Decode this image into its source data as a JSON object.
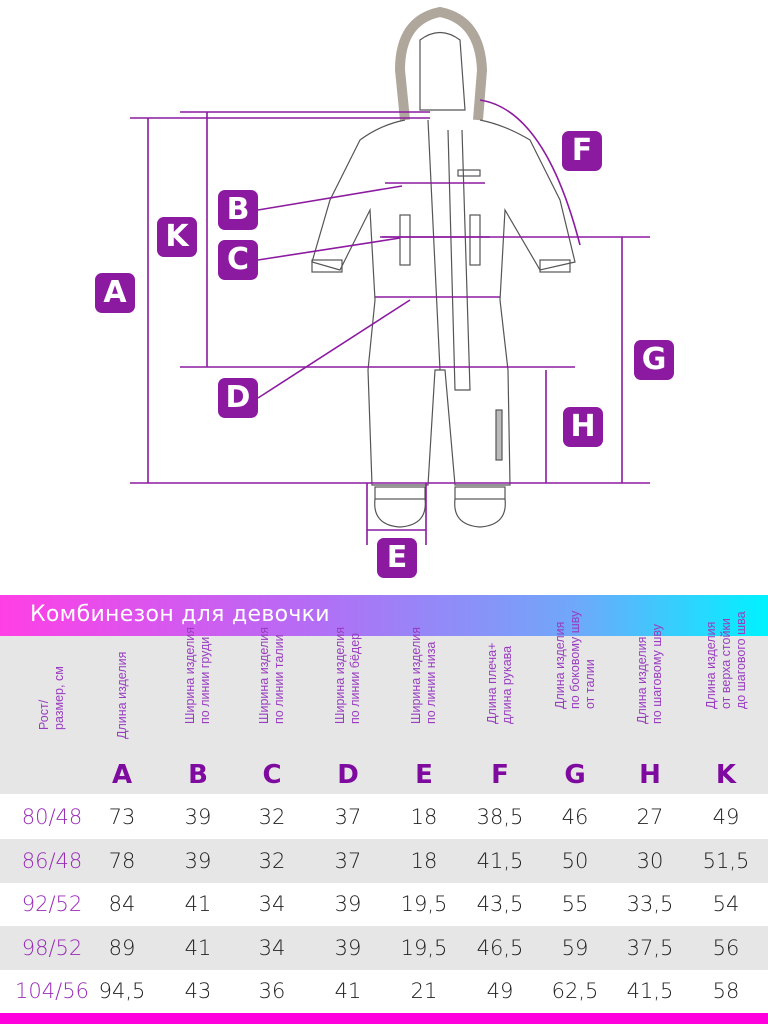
{
  "diagram": {
    "labels": [
      "A",
      "K",
      "B",
      "C",
      "D",
      "F",
      "G",
      "H",
      "E"
    ]
  },
  "title": "Комбинезон для девочки",
  "headers": [
    {
      "text": [
        "Рост/",
        "размер, см"
      ],
      "letter": ""
    },
    {
      "text": [
        "Длина изделия"
      ],
      "letter": "A"
    },
    {
      "text": [
        "Ширина изделия",
        "по линии груди"
      ],
      "letter": "B"
    },
    {
      "text": [
        "Ширина изделия",
        "по линии талии"
      ],
      "letter": "C"
    },
    {
      "text": [
        "Ширина изделия",
        "по линии  бёдер"
      ],
      "letter": "D"
    },
    {
      "text": [
        "Ширина изделия",
        "по линии низа"
      ],
      "letter": "E"
    },
    {
      "text": [
        "Длина плеча+",
        "длина рукава"
      ],
      "letter": "F"
    },
    {
      "text": [
        "Длина изделия",
        "по боковому шву",
        "от талии"
      ],
      "letter": "G"
    },
    {
      "text": [
        "Длина  изделия",
        "по шаговому шву"
      ],
      "letter": "H"
    },
    {
      "text": [
        "Длина  изделия",
        "от верха стойки",
        "до шагового шва"
      ],
      "letter": "K"
    }
  ],
  "rows": [
    [
      "80/48",
      "73",
      "39",
      "32",
      "37",
      "18",
      "38,5",
      "46",
      "27",
      "49"
    ],
    [
      "86/48",
      "78",
      "39",
      "32",
      "37",
      "18",
      "41,5",
      "50",
      "30",
      "51,5"
    ],
    [
      "92/52",
      "84",
      "41",
      "34",
      "39",
      "19,5",
      "43,5",
      "55",
      "33,5",
      "54"
    ],
    [
      "98/52",
      "89",
      "41",
      "34",
      "39",
      "19,5",
      "46,5",
      "59",
      "37,5",
      "56"
    ],
    [
      "104/56",
      "94,5",
      "43",
      "36",
      "41",
      "21",
      "49",
      "62,5",
      "41,5",
      "58"
    ]
  ],
  "colors": {
    "purple": "#8c1aa0",
    "accent": "#ff00dd"
  }
}
